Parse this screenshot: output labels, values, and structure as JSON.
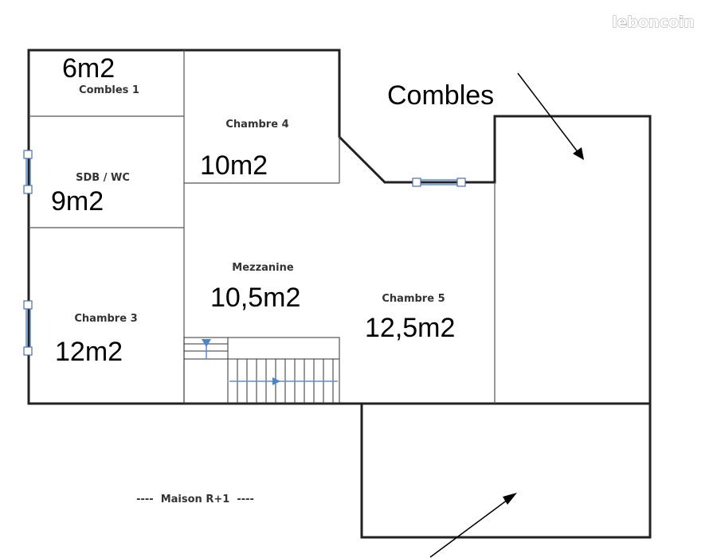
{
  "watermark": "leboncoin",
  "colors": {
    "walls": "#222222",
    "windows": "#5b8fd6",
    "stair_arrow": "#4a84c8"
  },
  "rooms": {
    "combles_1": {
      "name": "Combles 1",
      "area": "6m2"
    },
    "chambre_4": {
      "name": "Chambre 4",
      "area": "10m2"
    },
    "sdb_wc": {
      "name": "SDB / WC",
      "area": "9m2"
    },
    "mezzanine": {
      "name": "Mezzanine",
      "area": "10,5m2"
    },
    "chambre_3": {
      "name": "Chambre 3",
      "area": "12m2"
    },
    "chambre_5": {
      "name": "Chambre 5",
      "area": "12,5m2"
    }
  },
  "annotation": {
    "combles": "Combles"
  },
  "footer": {
    "title": "----  Maison R+1  ----"
  }
}
